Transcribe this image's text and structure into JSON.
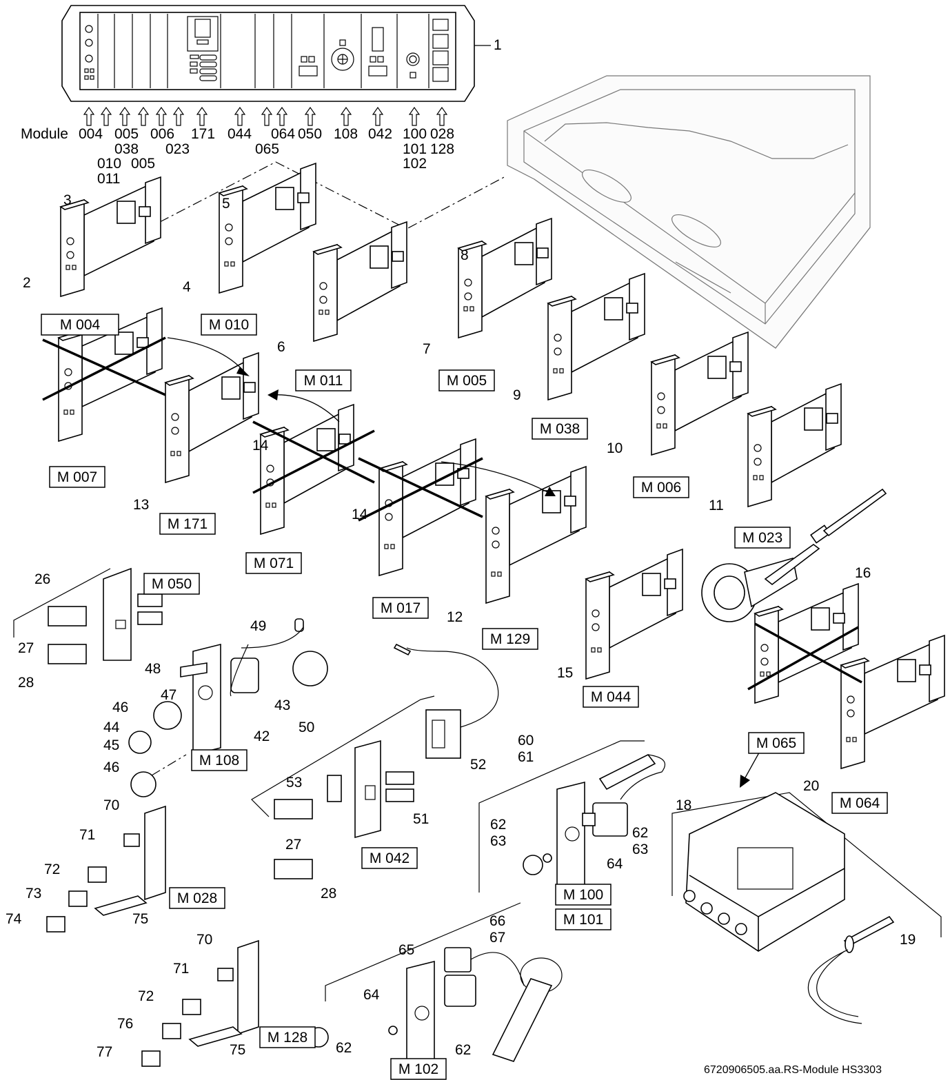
{
  "module_row_title": "Module",
  "panel_label": "1",
  "panel_modules": [
    {
      "code": "004"
    },
    {
      "code": "010"
    },
    {
      "code": "011"
    },
    {
      "code": "005"
    },
    {
      "code": "038"
    },
    {
      "code": "005"
    },
    {
      "code": "006"
    },
    {
      "code": "023"
    },
    {
      "code": "171"
    },
    {
      "code": "044"
    },
    {
      "code": "065"
    },
    {
      "code": "064"
    },
    {
      "code": "050"
    },
    {
      "code": "108"
    },
    {
      "code": "042"
    },
    {
      "code": "100"
    },
    {
      "code": "101"
    },
    {
      "code": "102"
    },
    {
      "code": "028"
    },
    {
      "code": "128"
    }
  ],
  "module_boxes": [
    {
      "id": "m004",
      "label": "M 004"
    },
    {
      "id": "m010",
      "label": "M 010"
    },
    {
      "id": "m011",
      "label": "M 011"
    },
    {
      "id": "m005",
      "label": "M 005"
    },
    {
      "id": "m038",
      "label": "M 038"
    },
    {
      "id": "m007",
      "label": "M 007"
    },
    {
      "id": "m171",
      "label": "M 171"
    },
    {
      "id": "m071",
      "label": "M 071"
    },
    {
      "id": "m017",
      "label": "M 017"
    },
    {
      "id": "m129",
      "label": "M 129"
    },
    {
      "id": "m006",
      "label": "M 006"
    },
    {
      "id": "m023",
      "label": "M 023"
    },
    {
      "id": "m050",
      "label": "M 050"
    },
    {
      "id": "m044",
      "label": "M 044"
    },
    {
      "id": "m108",
      "label": "M 108"
    },
    {
      "id": "m065",
      "label": "M 065"
    },
    {
      "id": "m064",
      "label": "M 064"
    },
    {
      "id": "m042",
      "label": "M 042"
    },
    {
      "id": "m028",
      "label": "M 028"
    },
    {
      "id": "m100",
      "label": "M 100"
    },
    {
      "id": "m101",
      "label": "M 101"
    },
    {
      "id": "m128",
      "label": "M 128"
    },
    {
      "id": "m102",
      "label": "M 102"
    }
  ],
  "part_numbers": [
    "3",
    "2",
    "5",
    "4",
    "6",
    "8",
    "7",
    "9",
    "10",
    "11",
    "12",
    "13",
    "14",
    "14",
    "15",
    "16",
    "18",
    "19",
    "20",
    "26",
    "27",
    "28",
    "42",
    "43",
    "44",
    "45",
    "46",
    "46",
    "47",
    "48",
    "49",
    "50",
    "51",
    "52",
    "53",
    "27",
    "28",
    "60",
    "61",
    "62",
    "63",
    "62",
    "63",
    "64",
    "65",
    "66",
    "67",
    "64",
    "62",
    "62",
    "70",
    "71",
    "72",
    "73",
    "74",
    "75",
    "70",
    "71",
    "72",
    "76",
    "77",
    "75"
  ],
  "footer_code": "6720906505.aa.RS-Module HS3303"
}
